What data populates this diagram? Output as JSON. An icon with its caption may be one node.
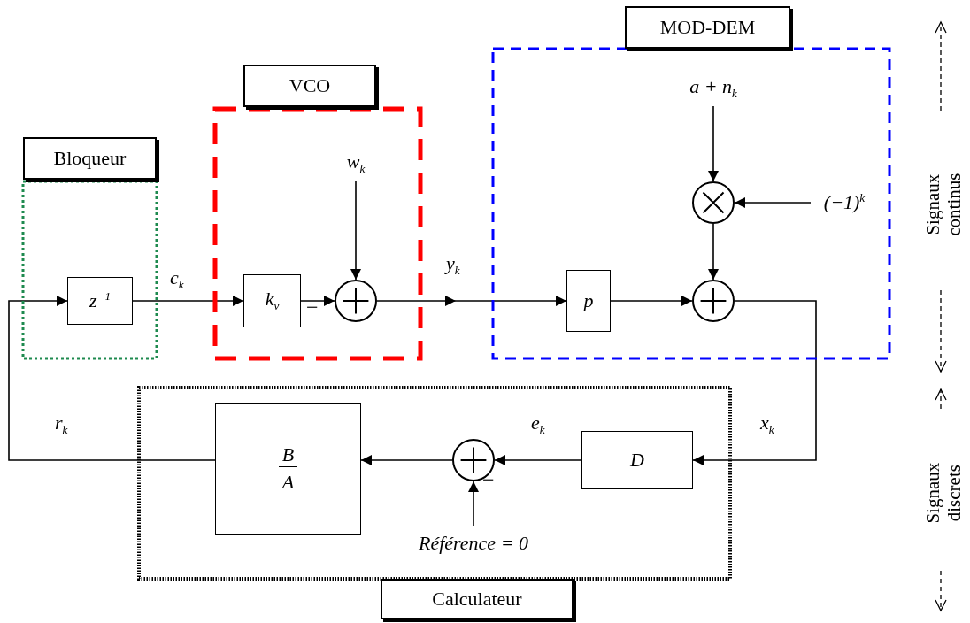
{
  "diagram": {
    "nodes": [
      {
        "text": [
          "Bloqueur"
        ]
      },
      {
        "text": [
          "z$^{−1}$"
        ],
        "in": 0
      },
      {
        "text": [
          "VCO"
        ]
      },
      {
        "text": [
          "k$_{v}$"
        ],
        "in": 2
      },
      {
        "text": [],
        "shape": "circle",
        "in": 2
      },
      {
        "text": [
          "w$_{k}$"
        ],
        "in": 2
      },
      {
        "text": [
          "MOD-DEM"
        ]
      },
      {
        "text": [
          "a + n$_{k}$"
        ],
        "in": 6
      },
      {
        "text": [],
        "shape": "circle",
        "in": 6
      },
      {
        "text": [
          "(−1)$^{k}$"
        ],
        "in": 6
      },
      {
        "text": [
          "p"
        ],
        "in": 6
      },
      {
        "text": [],
        "shape": "circle",
        "in": 6
      },
      {
        "text": [
          "Calculateur"
        ]
      },
      {
        "text": [
          "B",
          "A"
        ],
        "in": 12
      },
      {
        "text": [],
        "shape": "circle",
        "in": 12
      },
      {
        "text": [
          "D"
        ],
        "in": 12
      },
      {
        "text": [
          "Référence = 0"
        ],
        "in": 12
      }
    ],
    "edges": [
      {
        "from": 1,
        "to": 3,
        "arrow": "to",
        "label": "c$_{k}$"
      },
      {
        "from": 3,
        "to": 4,
        "arrow": "to"
      },
      {
        "from": 5,
        "to": 4,
        "arrow": "to"
      },
      {
        "from": 4,
        "to": 10,
        "arrow": "to",
        "label": "y$_{k}$"
      },
      {
        "from": 10,
        "to": 11,
        "arrow": "to"
      },
      {
        "from": 7,
        "to": 8,
        "arrow": "to"
      },
      {
        "from": 9,
        "to": 8,
        "arrow": "to"
      },
      {
        "from": 8,
        "to": 11,
        "arrow": "to"
      },
      {
        "from": 11,
        "to": 15,
        "arrow": "to",
        "label": "x$_{k}$"
      },
      {
        "from": 15,
        "to": 14,
        "arrow": "to",
        "label": "e$_{k}$"
      },
      {
        "from": 16,
        "to": 14,
        "arrow": "to"
      },
      {
        "from": 14,
        "to": 13,
        "arrow": "to"
      },
      {
        "from": 13,
        "to": 1,
        "arrow": "to",
        "label": "r$_{k}$"
      }
    ],
    "labels": [
      "−",
      "−",
      "Signaux continus",
      "Signaux discrets"
    ]
  }
}
